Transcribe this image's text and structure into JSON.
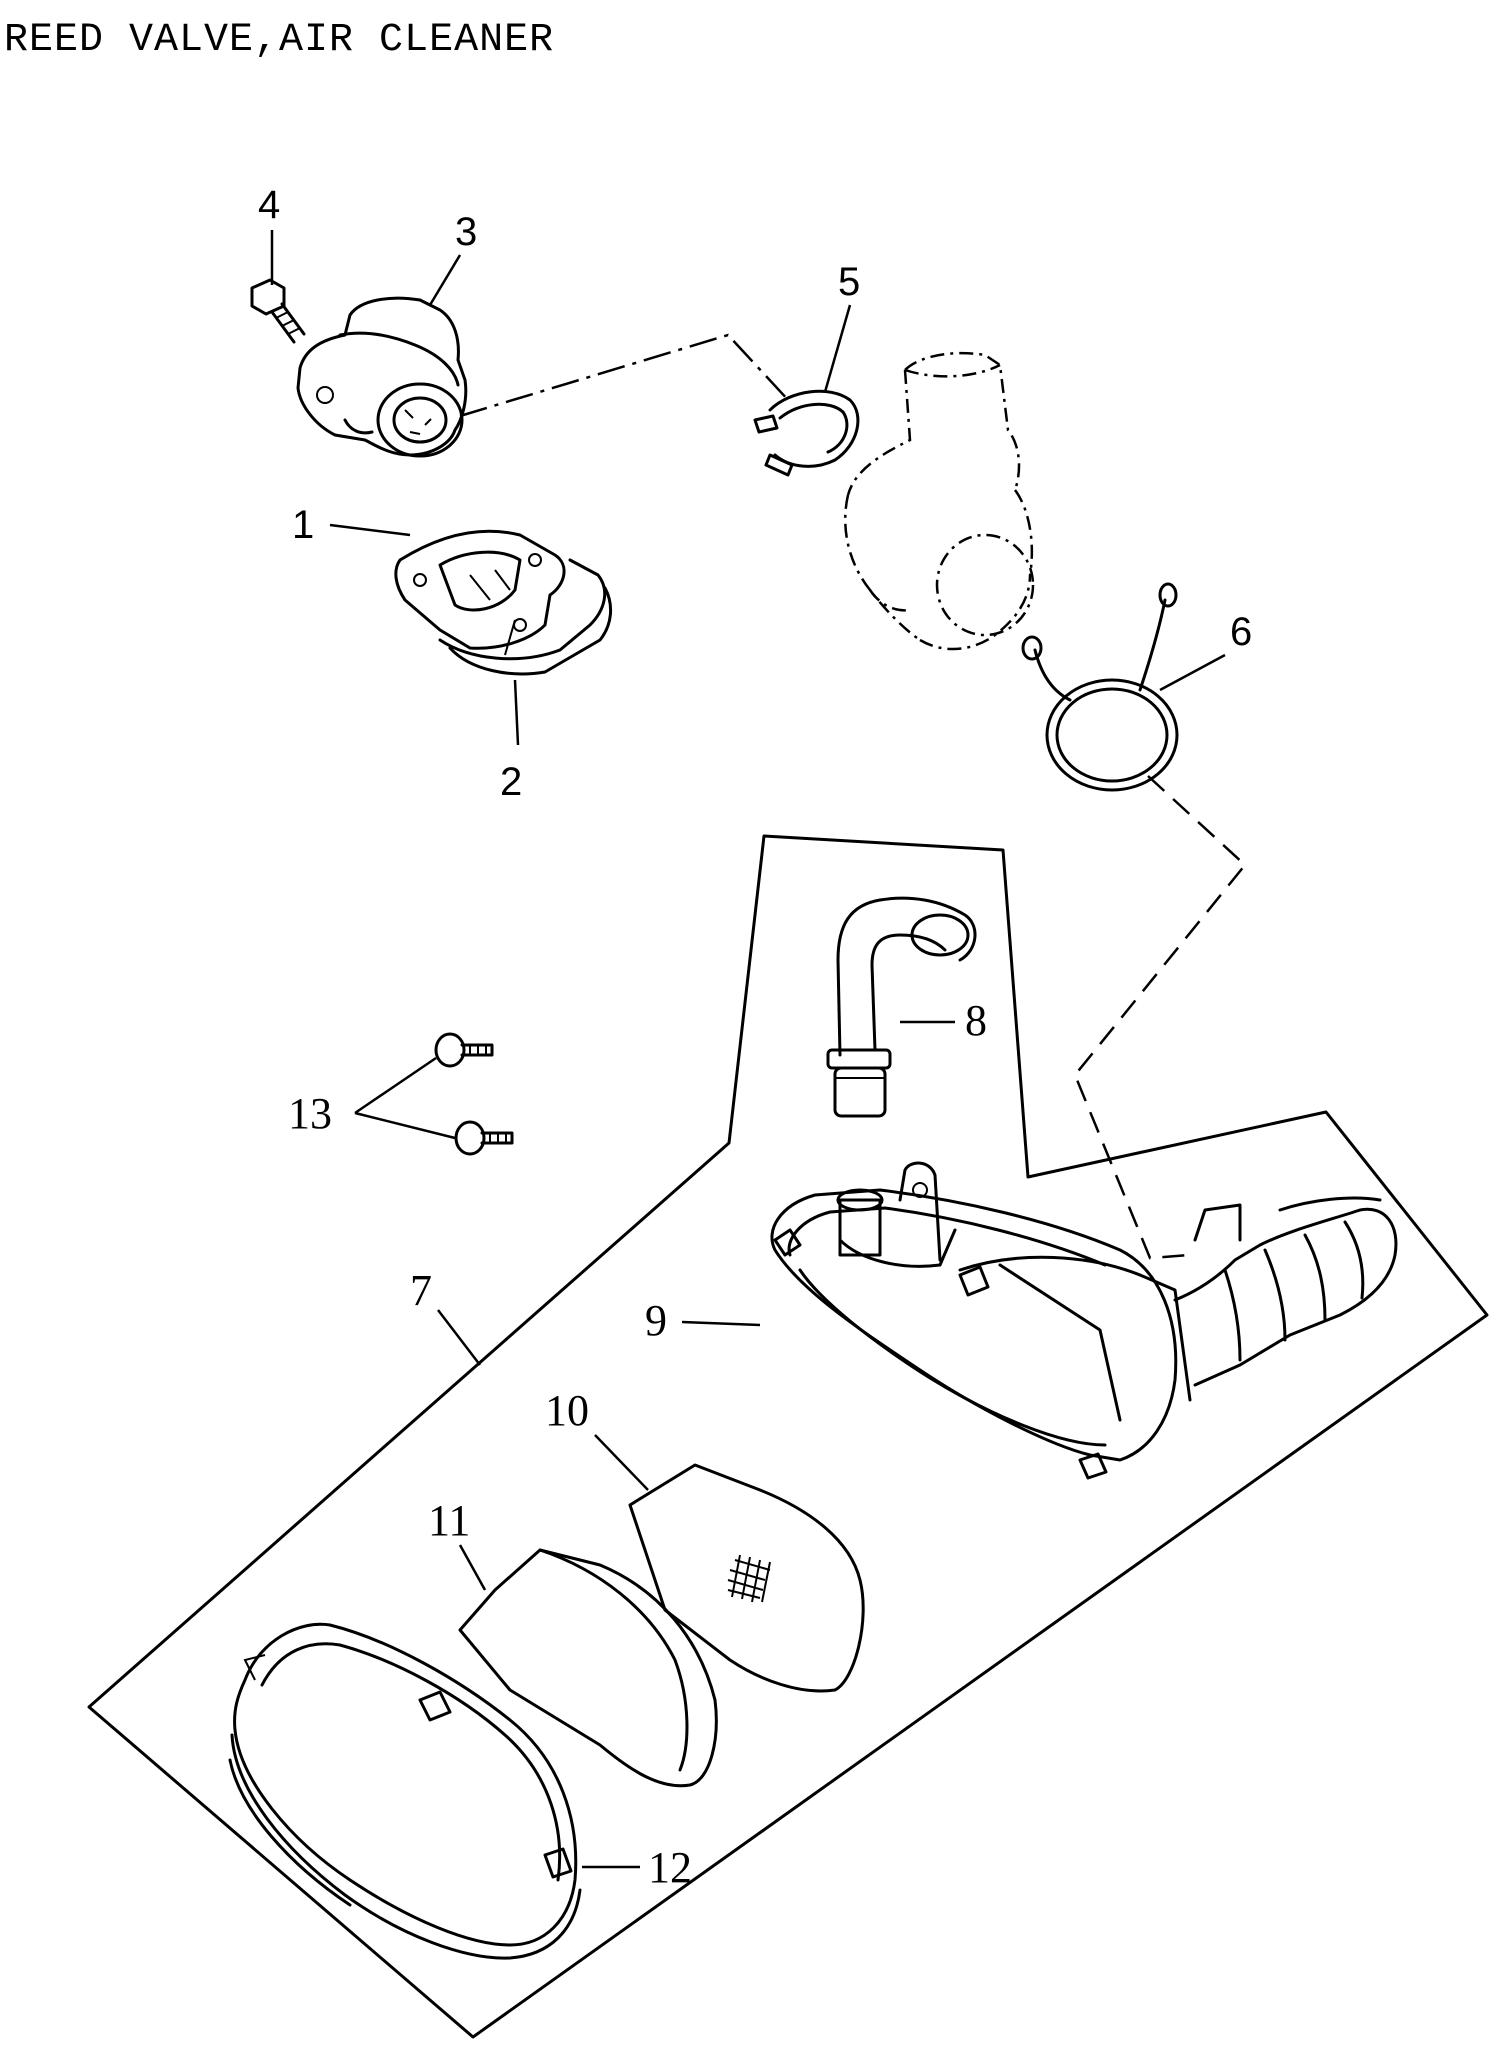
{
  "title": "REED VALVE,AIR CLEANER",
  "callouts": [
    "1",
    "2",
    "3",
    "4",
    "5",
    "6",
    "7",
    "8",
    "9",
    "10",
    "11",
    "12",
    "13"
  ],
  "colors": {
    "ink": "#000000",
    "paper": "#ffffff"
  }
}
